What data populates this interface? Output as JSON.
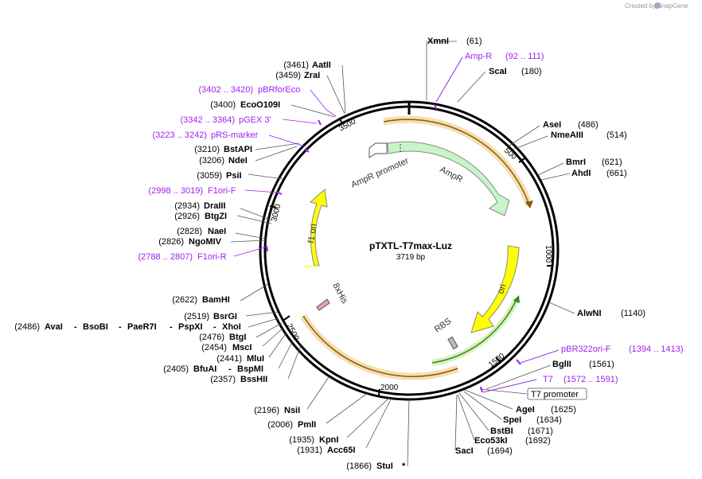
{
  "credit": "Created by SnapGene",
  "plasmid": {
    "name": "pTXTL-T7max-Luz",
    "length": "3719 bp"
  },
  "sites_right": [
    {
      "enzyme": "XmnI",
      "pos": "(61)"
    },
    {
      "feature": "Amp-R",
      "range": "(92 .. 111)"
    },
    {
      "enzyme": "ScaI",
      "pos": "(180)"
    },
    {
      "enzyme": "AseI",
      "pos": "(486)"
    },
    {
      "enzyme": "NmeAIII",
      "pos": "(514)"
    },
    {
      "enzyme": "BmrI",
      "pos": "(621)"
    },
    {
      "enzyme": "AhdI",
      "pos": "(661)"
    },
    {
      "enzyme": "AlwNI",
      "pos": "(1140)"
    },
    {
      "feature": "pBR322ori-F",
      "range": "(1394 .. 1413)"
    },
    {
      "enzyme": "BglII",
      "pos": "(1561)"
    },
    {
      "feature": "T7",
      "range": "(1572 .. 1591)"
    },
    {
      "boxed": "T7 promoter"
    },
    {
      "enzyme": "AgeI",
      "pos": "(1625)"
    },
    {
      "enzyme": "SpeI",
      "pos": "(1634)"
    },
    {
      "enzyme": "BstBI",
      "pos": "(1671)"
    },
    {
      "enzyme": "Eco53kI",
      "pos": "(1692)"
    },
    {
      "enzyme": "SacI",
      "pos": "(1694)"
    }
  ],
  "sites_left": [
    {
      "pos": "(3461)",
      "enzyme": "AatII"
    },
    {
      "pos": "(3459)",
      "enzyme": "ZraI"
    },
    {
      "range": "(3402 .. 3420)",
      "feature": "pBRforEco"
    },
    {
      "pos": "(3400)",
      "enzyme": "EcoO109I"
    },
    {
      "range": "(3342 .. 3364)",
      "feature": "pGEX 3'"
    },
    {
      "range": "(3223 .. 3242)",
      "feature": "pRS-marker"
    },
    {
      "pos": "(3210)",
      "enzyme": "BstAPI"
    },
    {
      "pos": "(3206)",
      "enzyme": "NdeI"
    },
    {
      "pos": "(3059)",
      "enzyme": "PsiI"
    },
    {
      "range": "(2998 .. 3019)",
      "feature": "F1ori-F"
    },
    {
      "pos": "(2934)",
      "enzyme": "DraIII"
    },
    {
      "pos": "(2926)",
      "enzyme": "BtgZI"
    },
    {
      "pos": "(2828)",
      "enzyme": "NaeI"
    },
    {
      "pos": "(2826)",
      "enzyme": "NgoMIV"
    },
    {
      "range": "(2788 .. 2807)",
      "feature": "F1ori-R"
    },
    {
      "pos": "(2622)",
      "enzyme": "BamHI"
    },
    {
      "pos": "(2519)",
      "enzyme": "BsrGI"
    },
    {
      "pos": "(2486)",
      "enzyme": "AvaI",
      "extra": [
        "BsoBI",
        "PaeR7I",
        "PspXI",
        "XhoI"
      ]
    },
    {
      "pos": "(2476)",
      "enzyme": "BtgI"
    },
    {
      "pos": "(2454)",
      "enzyme": "MscI"
    },
    {
      "pos": "(2441)",
      "enzyme": "MluI"
    },
    {
      "pos": "(2405)",
      "enzyme": "BfuAI",
      "extra": [
        "BspMI"
      ]
    },
    {
      "pos": "(2357)",
      "enzyme": "BssHII"
    },
    {
      "pos": "(2196)",
      "enzyme": "NsiI"
    },
    {
      "pos": "(2006)",
      "enzyme": "PmlI"
    },
    {
      "pos": "(1935)",
      "enzyme": "KpnI"
    },
    {
      "pos": "(1931)",
      "enzyme": "Acc65I"
    },
    {
      "pos": "(1866)",
      "enzyme": "StuI",
      "mark": "*"
    }
  ],
  "features": {
    "ampr_promoter": "AmpR promoter",
    "ampr": "AmpR",
    "ori": "ori",
    "f1_ori": "f1 ori",
    "rbs": "RBS",
    "his": "8xHis"
  },
  "ticks": [
    "500",
    "1000",
    "1500",
    "2000",
    "2500",
    "3000",
    "3500"
  ],
  "colors": {
    "backbone": "#000000",
    "feature_primer": "#a020f0",
    "ampr_fill": "#c8f5c8",
    "ori_fill": "#ffff00",
    "insert_highlight": "#f5deb3",
    "insert_line": "#8b5a00",
    "t7_line": "#2e8b1a"
  }
}
